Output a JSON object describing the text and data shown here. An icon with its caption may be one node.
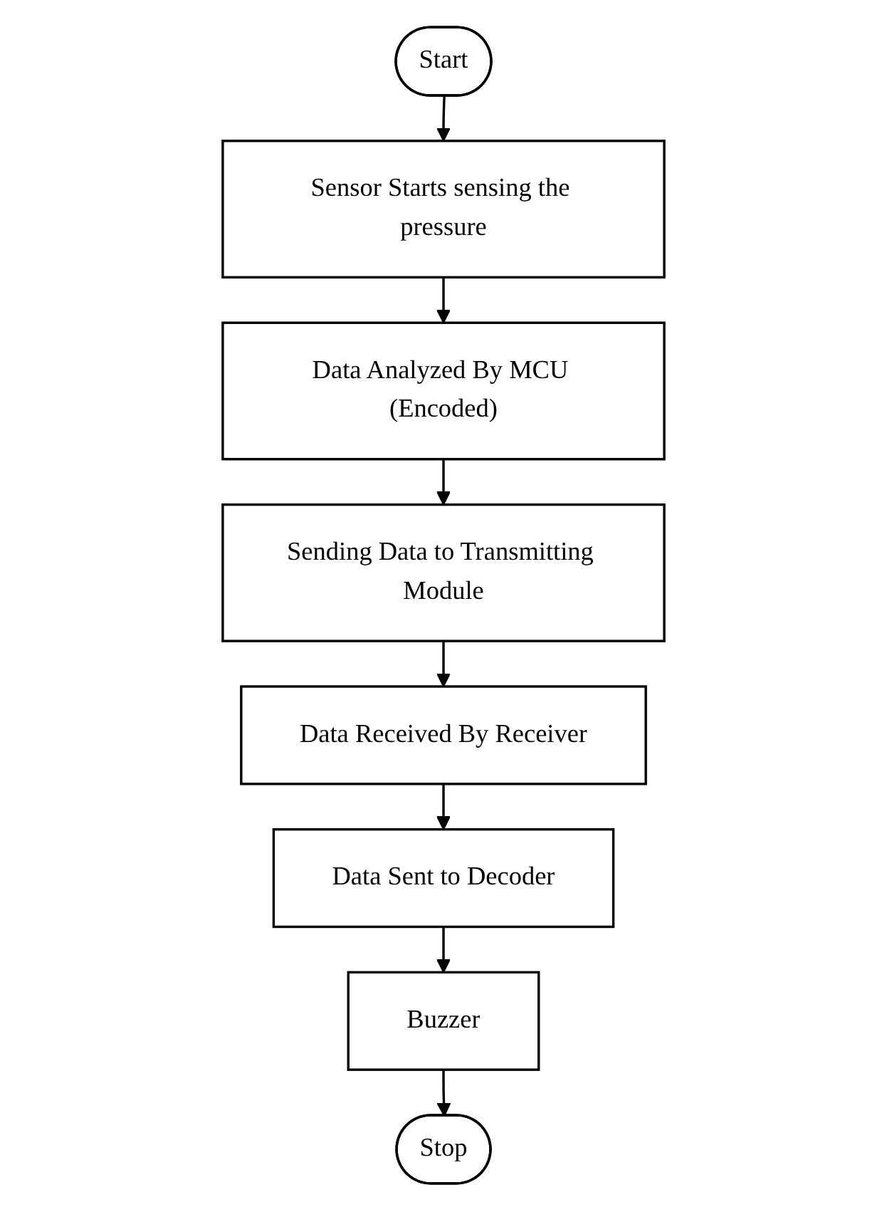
{
  "diagram": {
    "nodes": [
      {
        "text": [
          "Start"
        ]
      },
      {
        "text": [
          "Sensor Starts sensing the pressure"
        ]
      },
      {
        "text": [
          "Data Analyzed By MCU (Encoded)"
        ]
      },
      {
        "text": [
          "Sending Data to Transmitting Module"
        ]
      },
      {
        "text": [
          "Data Received By Receiver"
        ]
      },
      {
        "text": [
          "Data Sent to Decoder"
        ]
      },
      {
        "text": [
          "Buzzer"
        ]
      },
      {
        "text": [
          "Stop"
        ]
      }
    ],
    "edges": [
      {
        "from": 0,
        "to": 1,
        "arrow": "to"
      },
      {
        "from": 1,
        "to": 2,
        "arrow": "to"
      },
      {
        "from": 2,
        "to": 3,
        "arrow": "to"
      },
      {
        "from": 3,
        "to": 4,
        "arrow": "to"
      },
      {
        "from": 4,
        "to": 5,
        "arrow": "to"
      },
      {
        "from": 5,
        "to": 6,
        "arrow": "to"
      },
      {
        "from": 6,
        "to": 7,
        "arrow": "to"
      }
    ]
  }
}
